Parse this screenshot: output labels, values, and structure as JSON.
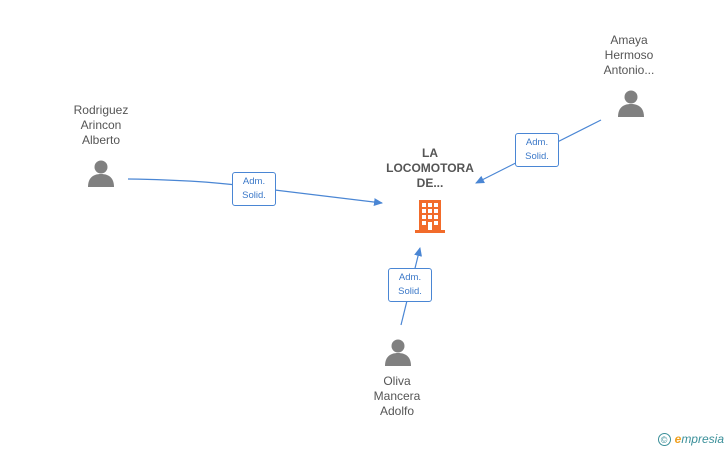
{
  "company": {
    "name": "LA\nLOCOMOTORA\nDE..."
  },
  "persons": [
    {
      "id": "rodriguez",
      "name": "Rodriguez\nArincon\nAlberto"
    },
    {
      "id": "amaya",
      "name": "Amaya\nHermoso\nAntonio..."
    },
    {
      "id": "oliva",
      "name": "Oliva\nMancera\nAdolfo"
    }
  ],
  "relations": [
    {
      "from": "rodriguez",
      "label": "Adm.\nSolid."
    },
    {
      "from": "amaya",
      "label": "Adm.\nSolid."
    },
    {
      "from": "oliva",
      "label": "Adm.\nSolid."
    }
  ],
  "footer": {
    "copyright_symbol": "©",
    "brand_first": "e",
    "brand_rest": "mpresia"
  },
  "colors": {
    "edge": "#4a86d4",
    "person": "#808080",
    "company": "#f26b2a"
  }
}
